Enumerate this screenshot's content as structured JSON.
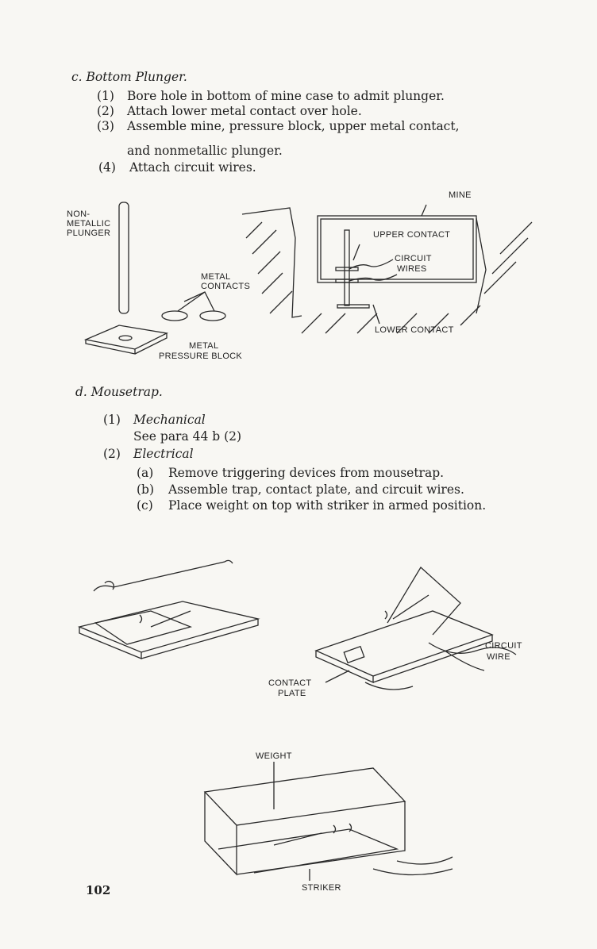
{
  "section_c": {
    "heading": "c. Bottom Plunger.",
    "items": [
      {
        "num": "(1)",
        "text": "Bore hole in bottom of mine case to admit plunger."
      },
      {
        "num": "(2)",
        "text": "Attach lower metal contact over hole."
      },
      {
        "num": "(3)",
        "text": "Assemble mine, pressure block, upper metal contact,"
      },
      {
        "num": "",
        "text": "and nonmetallic plunger."
      },
      {
        "num": "(4)",
        "text": "Attach circuit wires."
      }
    ],
    "figure_labels": {
      "plunger": [
        "NON-",
        "METALLIC",
        "PLUNGER"
      ],
      "contacts": [
        "METAL",
        "CONTACTS"
      ],
      "block": [
        "METAL",
        "PRESSURE BLOCK"
      ],
      "mine": "MINE",
      "upper": "UPPER CONTACT",
      "wires": [
        "CIRCUIT",
        "WIRES"
      ],
      "lower": "LOWER CONTACT"
    }
  },
  "section_d": {
    "heading": "d. Mousetrap.",
    "mechanical": {
      "num": "(1)",
      "title": "Mechanical",
      "text": "See para 44 b (2)"
    },
    "electrical": {
      "num": "(2)",
      "title": "Electrical"
    },
    "steps": [
      {
        "num": "(a)",
        "text": "Remove triggering devices from mousetrap."
      },
      {
        "num": "(b)",
        "text": "Assemble trap, contact plate, and circuit wires."
      },
      {
        "num": "(c)",
        "text": "Place weight on top with striker in armed position."
      }
    ],
    "figure_labels": {
      "circuit_wire": [
        "CIRCUIT",
        "WIRE"
      ],
      "contact_plate": [
        "CONTACT",
        "PLATE"
      ],
      "weight": "WEIGHT",
      "striker": "STRIKER"
    }
  },
  "page_number": "102"
}
